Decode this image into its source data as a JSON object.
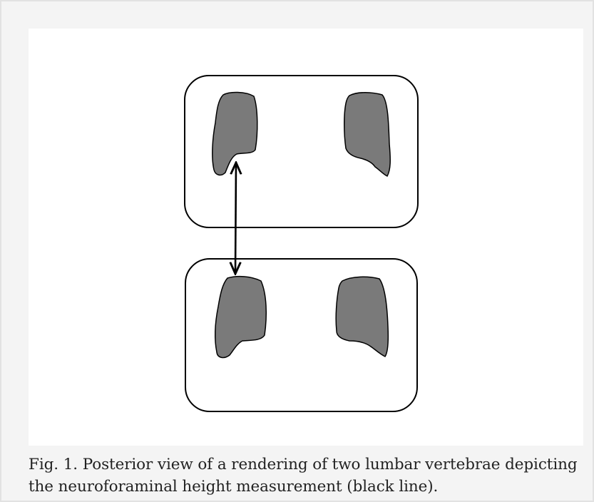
{
  "figure": {
    "caption_line1": "Fig. 1. Posterior view of a rendering of two lumbar vertebrae depicting",
    "caption_line2": "the neuroforaminal height measurement (black line)."
  },
  "diagram": {
    "vertebra_count": 2,
    "pedicle_fill_color": "#7a7a7a",
    "outline_color": "#000000",
    "background_color": "#ffffff",
    "panel_background_color": "#f4f4f4"
  }
}
